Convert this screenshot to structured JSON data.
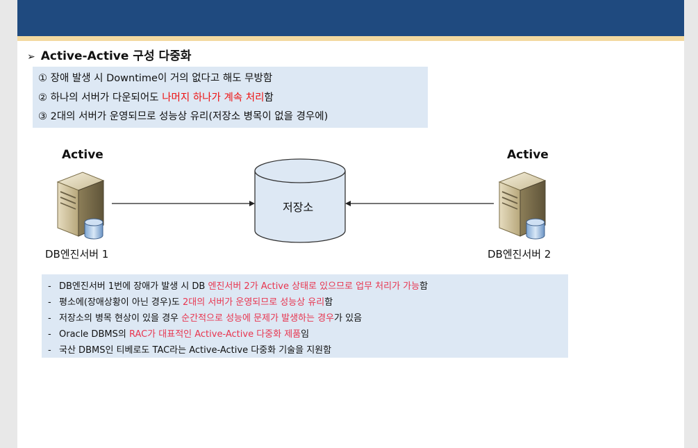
{
  "heading": {
    "bullet": "➢",
    "title": "Active-Active 구성 다중화"
  },
  "summary": {
    "line1": {
      "number": "①",
      "text": "장애 발생 시 Downtime이 거의 없다고 해도 무방함"
    },
    "line2": {
      "number": "②",
      "text_before": "하나의 서버가 다운되어도 ",
      "highlight": "나머지 하나가 계속 처리",
      "text_after": "함"
    },
    "line3": {
      "number": "③",
      "text": "2대의 서버가 운영되므로 성능상 유리(저장소 병목이 없을 경우에)"
    }
  },
  "diagram": {
    "left_server": {
      "status": "Active",
      "caption": "DB엔진서버 1"
    },
    "right_server": {
      "status": "Active",
      "caption": "DB엔진서버 2"
    },
    "storage": {
      "label": "저장소"
    }
  },
  "notes": [
    {
      "dash": "-",
      "before": "DB엔진서버 1번에 장애가 발생 시 DB ",
      "highlight": "엔진서버 2가 Active 상태로 있으므로 업무 처리가 가능",
      "after": "함"
    },
    {
      "dash": "-",
      "before": "평소에(장애상황이 아닌 경우)도 ",
      "highlight": "2대의 서버가 운영되므로 성능상 유리",
      "after": "함"
    },
    {
      "dash": "-",
      "before": "저장소의 병목 현상이 있을 경우 ",
      "highlight": "순간적으로 성능에 문제가 발생하는 경우",
      "after": "가 있음"
    },
    {
      "dash": "-",
      "before": "Oracle DBMS의 ",
      "highlight": "RAC가 대표적인 Active-Active 다중화 제품",
      "after": "임"
    },
    {
      "dash": "-",
      "before": "국산 DBMS인 티베로도 TAC라는 Active-Active 다중화 기술을 지원함",
      "highlight": "",
      "after": ""
    }
  ],
  "colors": {
    "header": "#1f4a7f",
    "stripe": "#f3d9a0",
    "box": "#dde8f4",
    "highlight_red": "#ee1111",
    "highlight_pink": "#e8354f"
  }
}
